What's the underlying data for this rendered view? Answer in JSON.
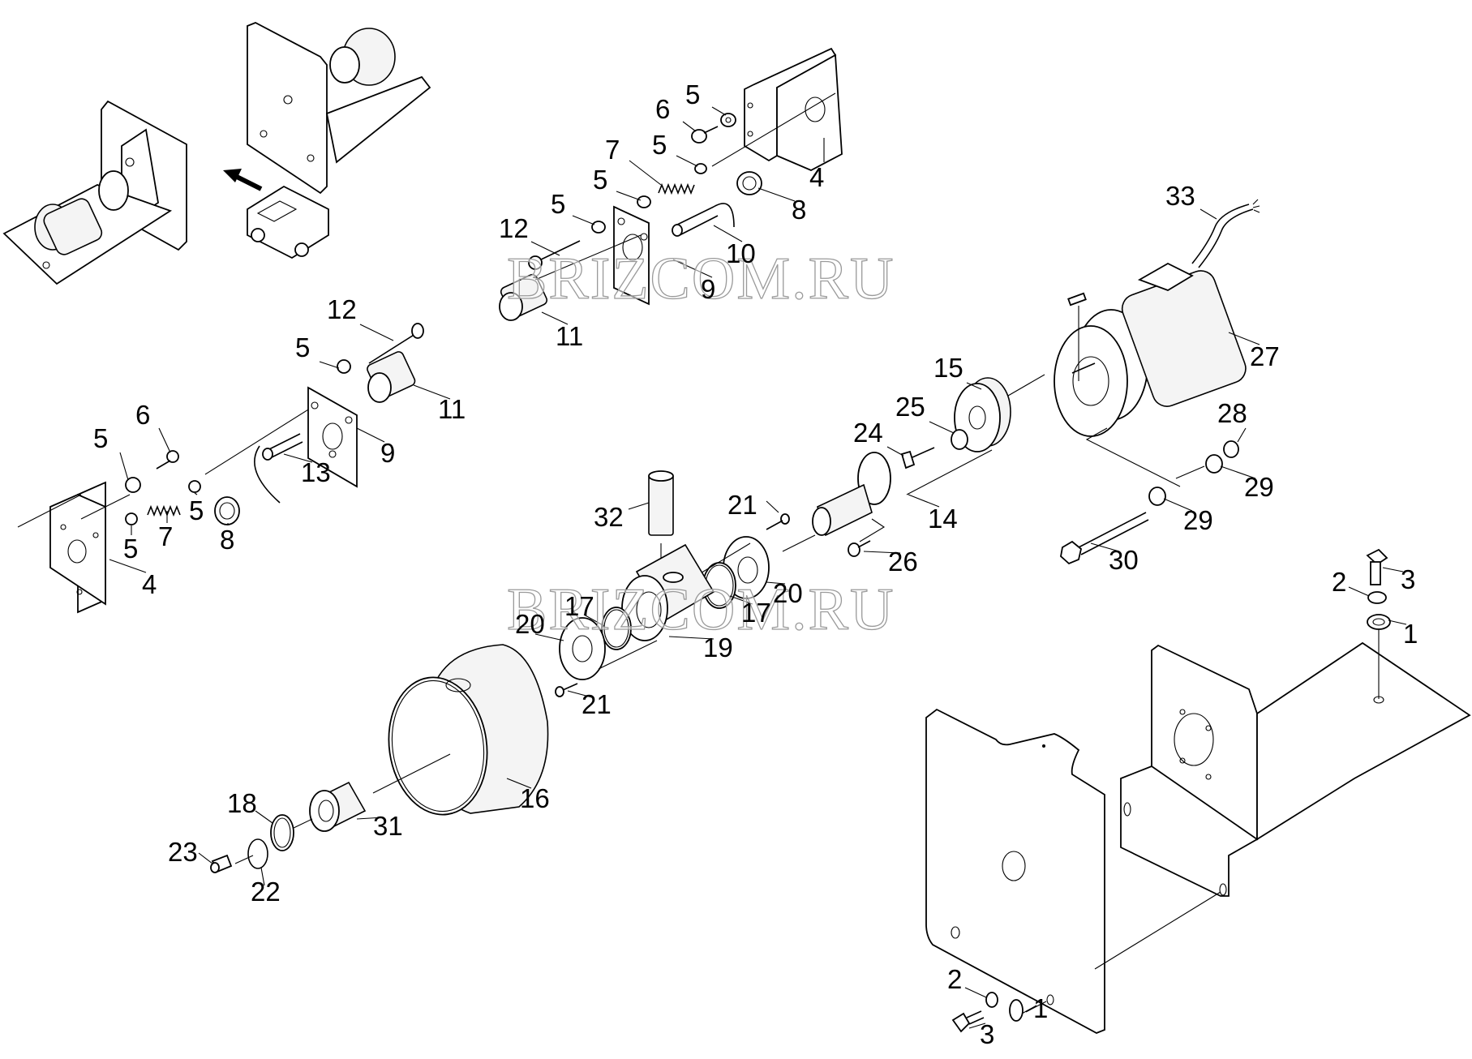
{
  "diagram": {
    "type": "exploded-parts-view",
    "watermark": "BRIZCOM.RU",
    "callouts": {
      "top_group": [
        "5",
        "6",
        "4",
        "7",
        "5",
        "8",
        "5",
        "5",
        "12",
        "10",
        "9",
        "11"
      ],
      "motor_group": [
        "33",
        "27"
      ],
      "left_group": [
        "12",
        "5",
        "11",
        "6",
        "5",
        "9",
        "13",
        "5",
        "5",
        "7",
        "8",
        "4"
      ],
      "shaft_group": [
        "15",
        "25",
        "24",
        "28",
        "29",
        "14",
        "29",
        "21",
        "32",
        "26",
        "30"
      ],
      "pump_group": [
        "20",
        "17",
        "17",
        "20",
        "19",
        "21"
      ],
      "bracket_top_fasteners": [
        "3",
        "2",
        "1"
      ],
      "cylinder_group": [
        "16",
        "18",
        "31",
        "23",
        "22"
      ],
      "bracket_bottom_fasteners": [
        "2",
        "1",
        "3"
      ]
    }
  }
}
